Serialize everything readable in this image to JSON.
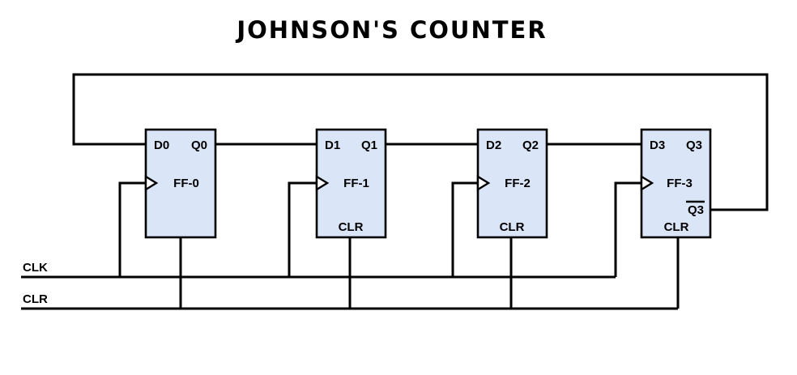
{
  "title": "JOHNSON'S COUNTER",
  "diagram": {
    "type": "logic-circuit",
    "kind": "4-bit Johnson (twisted-ring) counter built from D flip-flops",
    "flipflops": [
      {
        "name": "FF-0",
        "d_label": "D0",
        "q_label": "Q0",
        "clr_label": "",
        "qbar_label": ""
      },
      {
        "name": "FF-1",
        "d_label": "D1",
        "q_label": "Q1",
        "clr_label": "CLR",
        "qbar_label": ""
      },
      {
        "name": "FF-2",
        "d_label": "D2",
        "q_label": "Q2",
        "clr_label": "CLR",
        "qbar_label": ""
      },
      {
        "name": "FF-3",
        "d_label": "D3",
        "q_label": "Q3",
        "clr_label": "CLR",
        "qbar_label": "Q3"
      }
    ],
    "buses": {
      "clk_label": "CLK",
      "clr_label": "CLR"
    },
    "connections": [
      "Q0 -> D1",
      "Q1 -> D2",
      "Q2 -> D3",
      "Q3-bar -> D0 (feedback loop over the top)",
      "CLK bus -> clock input of FF-0, FF-1, FF-2, FF-3",
      "CLR bus -> clear input of FF-0, FF-1, FF-2, FF-3"
    ]
  },
  "colors": {
    "box_fill": "#dae6f8",
    "box_border": "#000000",
    "wire": "#000000",
    "background": "#ffffff"
  }
}
